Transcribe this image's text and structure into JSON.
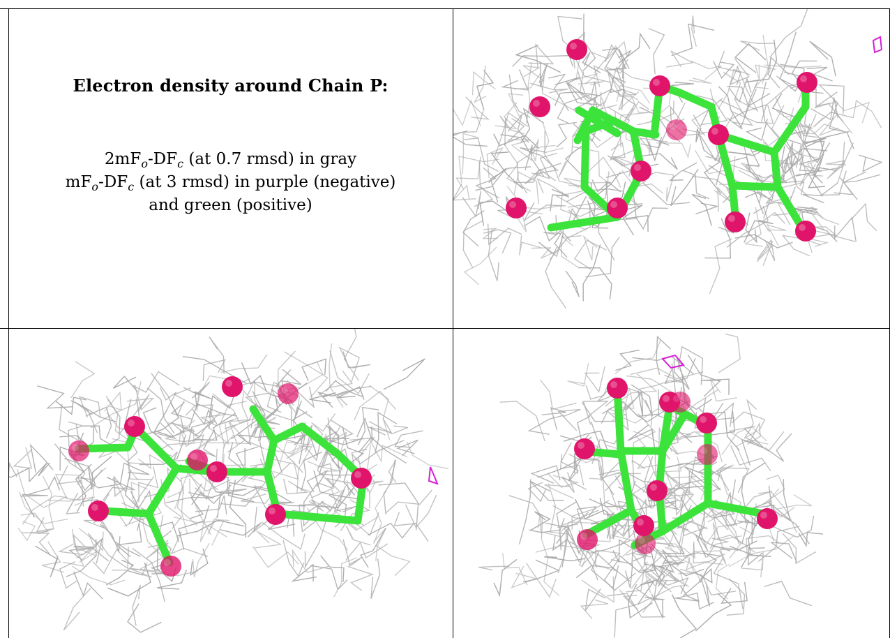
{
  "caption": {
    "title": "Electron density around Chain P:",
    "line1": {
      "prefix": "2mF",
      "sub1": "o",
      "mid": "-DF",
      "sub2": "c",
      "suffix": " (at 0.7 rmsd) in gray"
    },
    "line2": {
      "prefix": "mF",
      "sub1": "o",
      "mid": "-DF",
      "sub2": "c",
      "suffix": " (at 3 rmsd) in purple (negative)"
    },
    "line3": "and green (positive)"
  },
  "colors": {
    "mesh": "#aaaaaa",
    "bond": "#3be33b",
    "atom": "#e0146a",
    "negative_density": "#d61fd6"
  },
  "panels": [
    {
      "name": "view-top-right",
      "content": "molecule-mesh"
    },
    {
      "name": "view-bottom-left",
      "content": "molecule-mesh"
    },
    {
      "name": "view-bottom-right",
      "content": "molecule-mesh"
    }
  ]
}
